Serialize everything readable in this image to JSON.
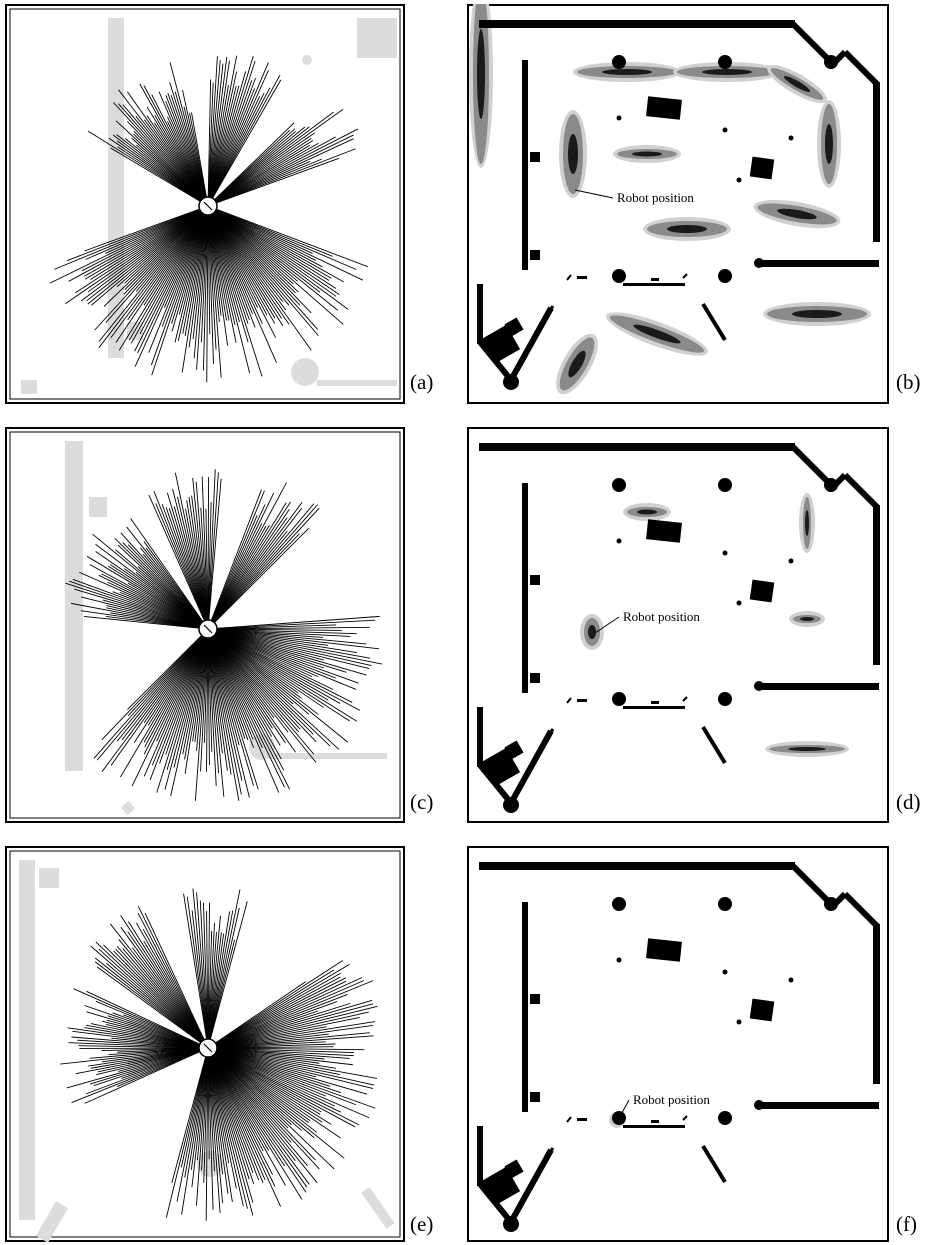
{
  "panels": [
    {
      "id": "a",
      "label": "(a)",
      "kind": "scan",
      "scan_offset_deg": 0
    },
    {
      "id": "b",
      "label": "(b)",
      "kind": "map",
      "annotation": "Robot position",
      "belief": "spread"
    },
    {
      "id": "c",
      "label": "(c)",
      "kind": "scan",
      "scan_offset_deg": 25
    },
    {
      "id": "d",
      "label": "(d)",
      "kind": "map",
      "annotation": "Robot position",
      "belief": "narrow"
    },
    {
      "id": "e",
      "label": "(e)",
      "kind": "scan",
      "scan_offset_deg": 55
    },
    {
      "id": "f",
      "label": "(f)",
      "kind": "map",
      "annotation": "Robot position",
      "belief": "focused"
    }
  ],
  "colors": {
    "ink": "#000000",
    "obstacle_gray": "#dcdcdc",
    "belief_light": "#d0d0d0",
    "belief_mid": "#8a8a8a",
    "belief_dark": "#1a1a1a",
    "frame": "#000000"
  }
}
